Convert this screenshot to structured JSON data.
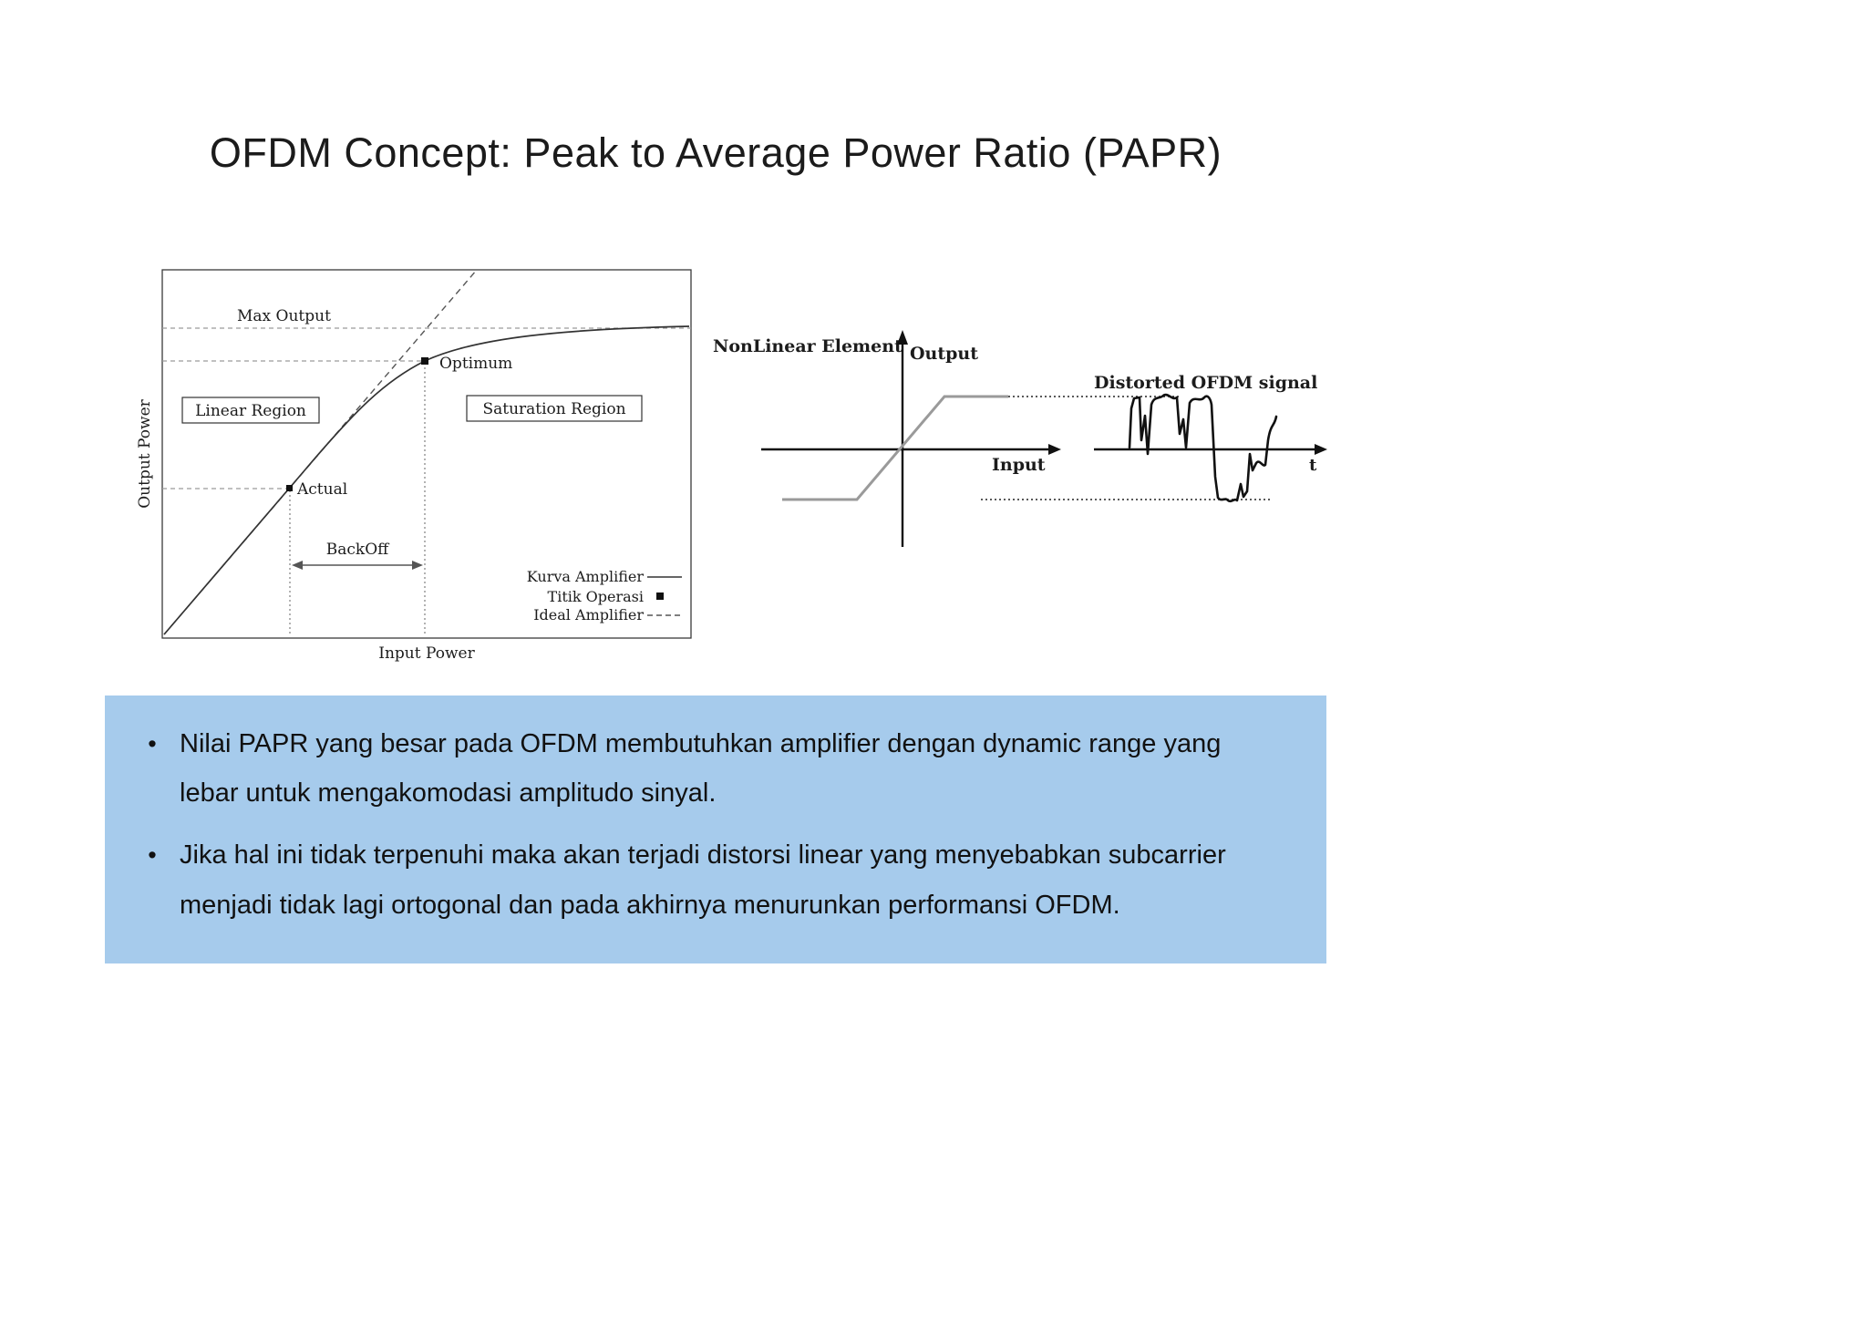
{
  "slide": {
    "title": "OFDM Concept: Peak to Average Power Ratio (PAPR)"
  },
  "colors": {
    "notes_background": "#a6cbec",
    "text": "#111111",
    "amplifier_curve": "#333333",
    "nonlinear_curve_gray": "#9a9a9a"
  },
  "amplifier_chart": {
    "type": "line",
    "y_axis_label": "Output Power",
    "x_axis_label": "Input Power",
    "max_output_label": "Max Output",
    "optimum_label": "Optimum",
    "linear_region_label": "Linear Region",
    "saturation_region_label": "Saturation Region",
    "actual_label": "Actual",
    "backoff_label": "BackOff",
    "legend": {
      "curve": "Kurva Amplifier",
      "operating_point": "Titik Operasi",
      "ideal": "Ideal Amplifier"
    }
  },
  "nonlinear_diagram": {
    "title": "NonLinear Element",
    "output_label": "Output",
    "input_label": "Input",
    "distorted_label": "Distorted OFDM signal",
    "time_label": "t"
  },
  "notes": {
    "panel_style": "background-color:#a6cbec",
    "bullet_char": "•",
    "items": [
      "Nilai PAPR yang besar pada OFDM membutuhkan amplifier dengan dynamic range yang lebar untuk mengakomodasi amplitudo sinyal.",
      "Jika hal ini tidak terpenuhi maka akan terjadi distorsi linear yang menyebabkan subcarrier menjadi tidak lagi ortogonal dan pada akhirnya menurunkan performansi OFDM."
    ]
  }
}
